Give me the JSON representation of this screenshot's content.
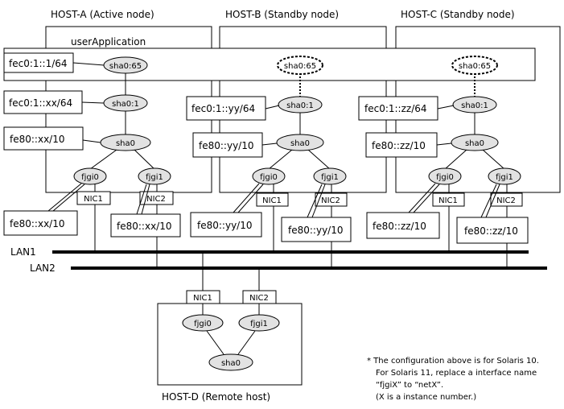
{
  "hosts": {
    "a": "HOST-A (Active node)",
    "b": "HOST-B (Standby node)",
    "c": "HOST-C (Standby node)",
    "d": "HOST-D (Remote host)"
  },
  "user_application": "userApplication",
  "interfaces": {
    "sha0_65": "sha0:65",
    "sha0_1": "sha0:1",
    "sha0": "sha0",
    "fjgi0": "fjgi0",
    "fjgi1": "fjgi1",
    "nic1": "NIC1",
    "nic2": "NIC2"
  },
  "addresses": {
    "a_takeover": "fec0:1::1/64",
    "a_site": "fec0:1::xx/64",
    "a_link": "fe80::xx/10",
    "b_site": "fec0:1::yy/64",
    "b_link": "fe80::yy/10",
    "c_site": "fec0:1::zz/64",
    "c_link": "fe80::zz/10"
  },
  "lans": {
    "lan1": "LAN1",
    "lan2": "LAN2"
  },
  "note": {
    "line1": "* The configuration above is for Solaris 10.",
    "line2": "For Solaris 11, replace a interface name",
    "line3": "“fjgiX” to “netX”.",
    "line4": "(X is a instance number.)"
  }
}
